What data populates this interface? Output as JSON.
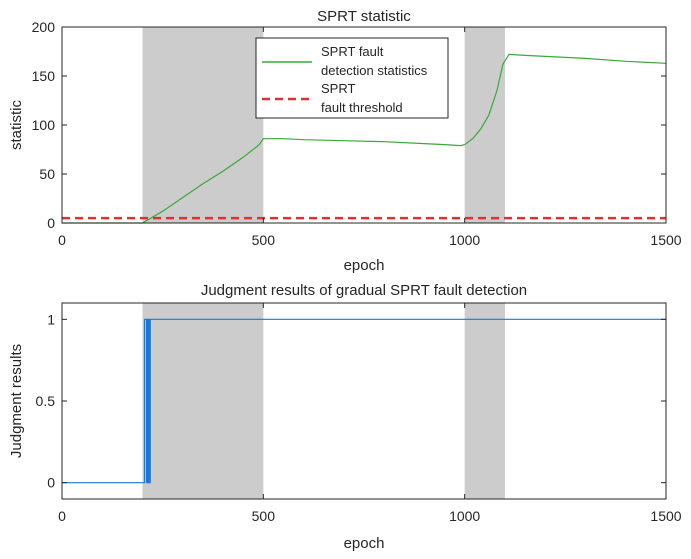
{
  "chart_data": [
    {
      "type": "line",
      "title": "SPRT statistic",
      "xlabel": "epoch",
      "ylabel": "statistic",
      "xlim": [
        0,
        1500
      ],
      "ylim": [
        0,
        200
      ],
      "xticks": [
        0,
        500,
        1000,
        1500
      ],
      "yticks": [
        0,
        50,
        100,
        150,
        200
      ],
      "shaded_intervals": [
        [
          200,
          500
        ],
        [
          1000,
          1100
        ]
      ],
      "shade_color": "#cccccc",
      "legend_position": "top-center",
      "series": [
        {
          "name": "SPRT fault detection statistics",
          "legend_lines": [
            "SPRT fault",
            "detection statistics"
          ],
          "color": "#3aa83a",
          "style": "solid",
          "x": [
            0,
            100,
            200,
            250,
            300,
            350,
            400,
            450,
            490,
            500,
            550,
            600,
            700,
            800,
            900,
            950,
            990,
            1000,
            1020,
            1040,
            1060,
            1080,
            1095,
            1110,
            1150,
            1200,
            1300,
            1400,
            1500
          ],
          "y": [
            0,
            0,
            0,
            12,
            26,
            40,
            53,
            67,
            80,
            86,
            86,
            85,
            84,
            83,
            81,
            80,
            79,
            80,
            86,
            96,
            110,
            135,
            162,
            172,
            171,
            170,
            168,
            165,
            163
          ]
        },
        {
          "name": "SPRT fault threshold",
          "legend_lines": [
            "SPRT",
            "fault threshold"
          ],
          "color": "#e03030",
          "style": "dashed",
          "x": [
            0,
            1500
          ],
          "y": [
            5,
            5
          ]
        }
      ]
    },
    {
      "type": "line",
      "title": "Judgment results of gradual SPRT fault detection",
      "xlabel": "epoch",
      "ylabel": "Judgment results",
      "xlim": [
        0,
        1500
      ],
      "ylim": [
        -0.1,
        1.1
      ],
      "xticks": [
        0,
        500,
        1000,
        1500
      ],
      "yticks": [
        0,
        0.5,
        1
      ],
      "ytick_labels": [
        "0",
        "0.5",
        "1"
      ],
      "shaded_intervals": [
        [
          200,
          500
        ],
        [
          1000,
          1100
        ]
      ],
      "shade_color": "#cccccc",
      "series": [
        {
          "color": "#1f77d4",
          "style": "solid",
          "x": [
            0,
            205,
            205,
            210,
            210,
            213,
            213,
            216,
            216,
            219,
            219,
            222,
            222,
            1500
          ],
          "y": [
            0,
            0,
            1,
            1,
            0,
            0,
            1,
            1,
            0,
            0,
            1,
            1,
            1,
            1
          ]
        }
      ]
    }
  ]
}
